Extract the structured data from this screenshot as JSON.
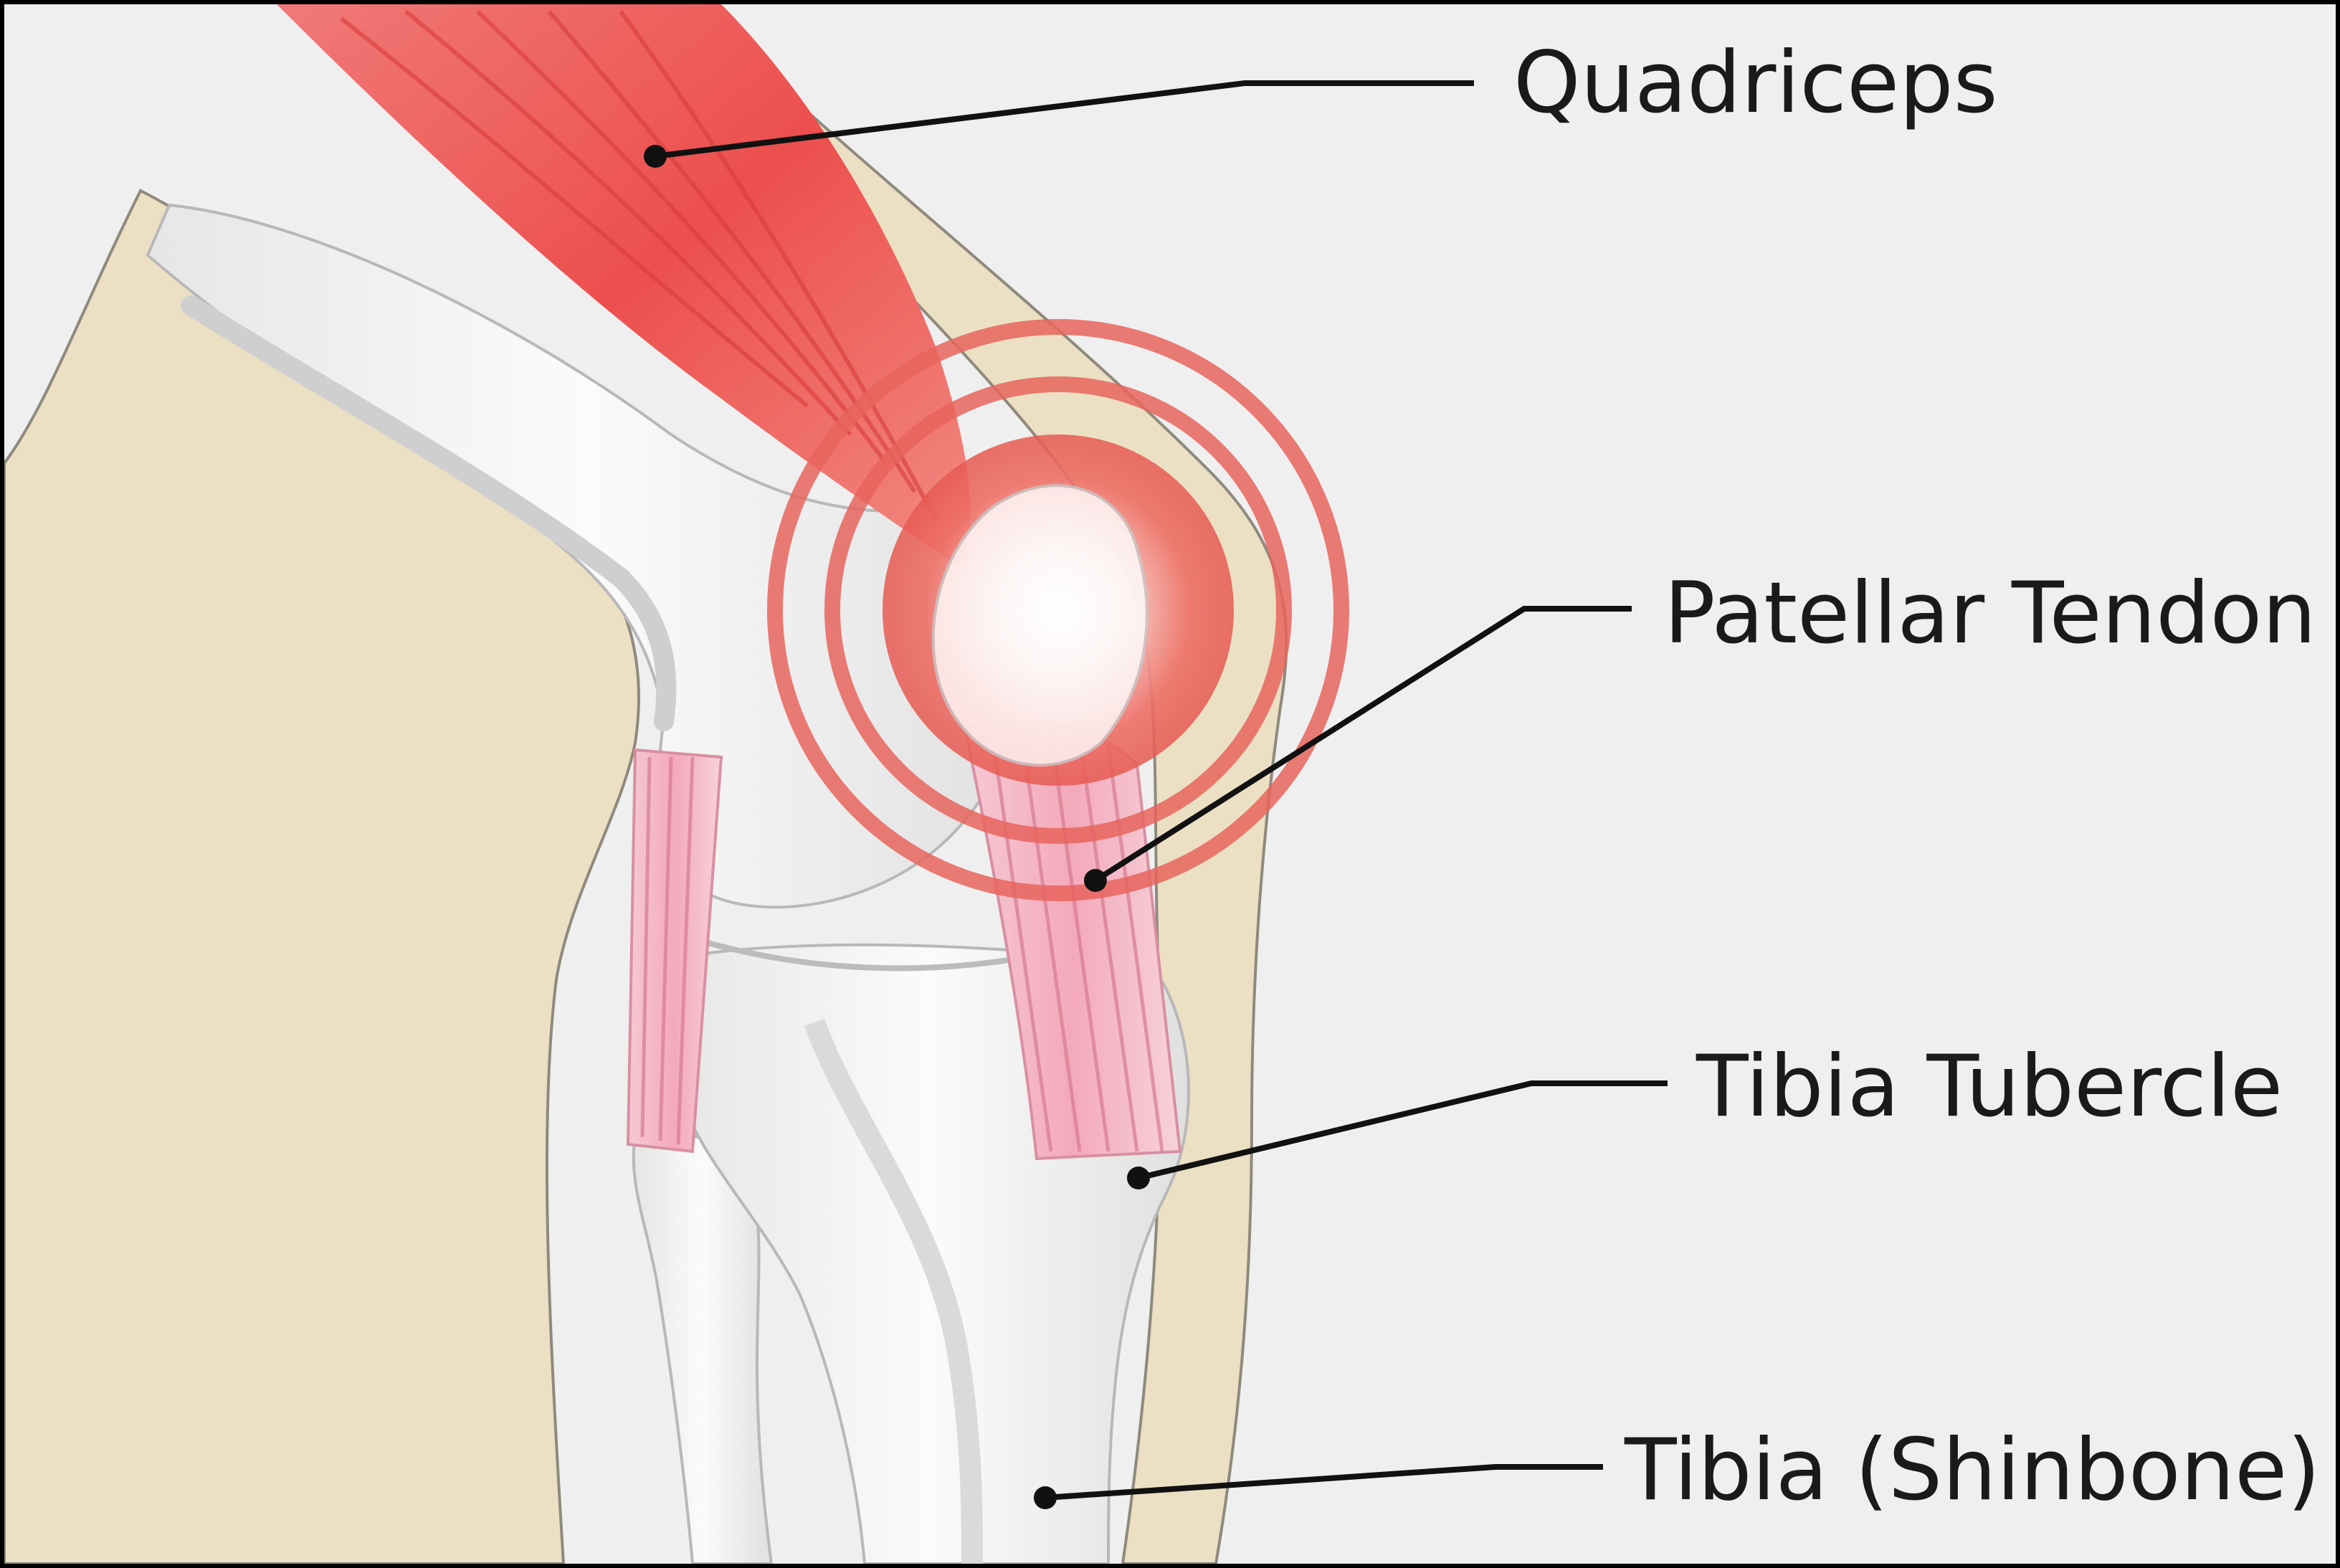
{
  "labels": {
    "quadriceps": "Quadriceps",
    "patellar_tendon": "Patellar Tendon",
    "tibia_tubercle": "Tibia Tubercle",
    "tibia": "Tibia (Shinbone)"
  },
  "colors": {
    "background": "#efefef",
    "skin": "#ece0c4",
    "bone": "#f7f7f7",
    "bone_shadow": "#d4d4d4",
    "muscle": "#ef5a5a",
    "tendon": "#f2b8c6",
    "pain_ring": "#e8645d",
    "leader_line": "#111111"
  }
}
